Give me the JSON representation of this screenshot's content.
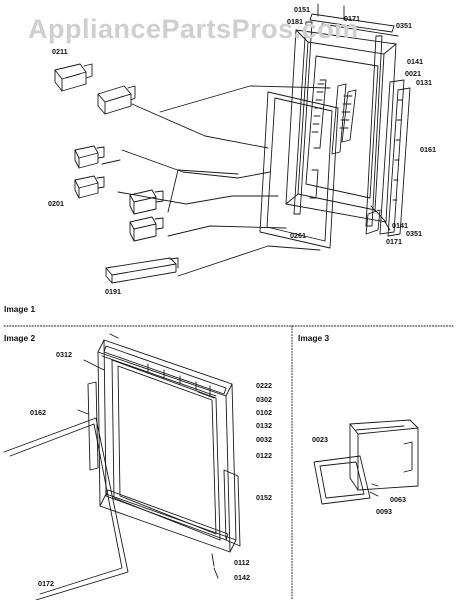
{
  "watermark": "AppliancePartsPros.com",
  "sections": {
    "image1": "Image 1",
    "image2": "Image 2",
    "image3": "Image 3"
  },
  "labels": {
    "image1": [
      "0211",
      "0151",
      "0181",
      "0171",
      "0351",
      "0141",
      "0021",
      "0131",
      "0161",
      "0201",
      "0191",
      "0261",
      "0141",
      "0351",
      "0171"
    ],
    "image2": [
      "0312",
      "0162",
      "0222",
      "0302",
      "0102",
      "0132",
      "0032",
      "0122",
      "0152",
      "0112",
      "0142",
      "0172"
    ],
    "image3": [
      "0023",
      "0063",
      "0093"
    ]
  }
}
